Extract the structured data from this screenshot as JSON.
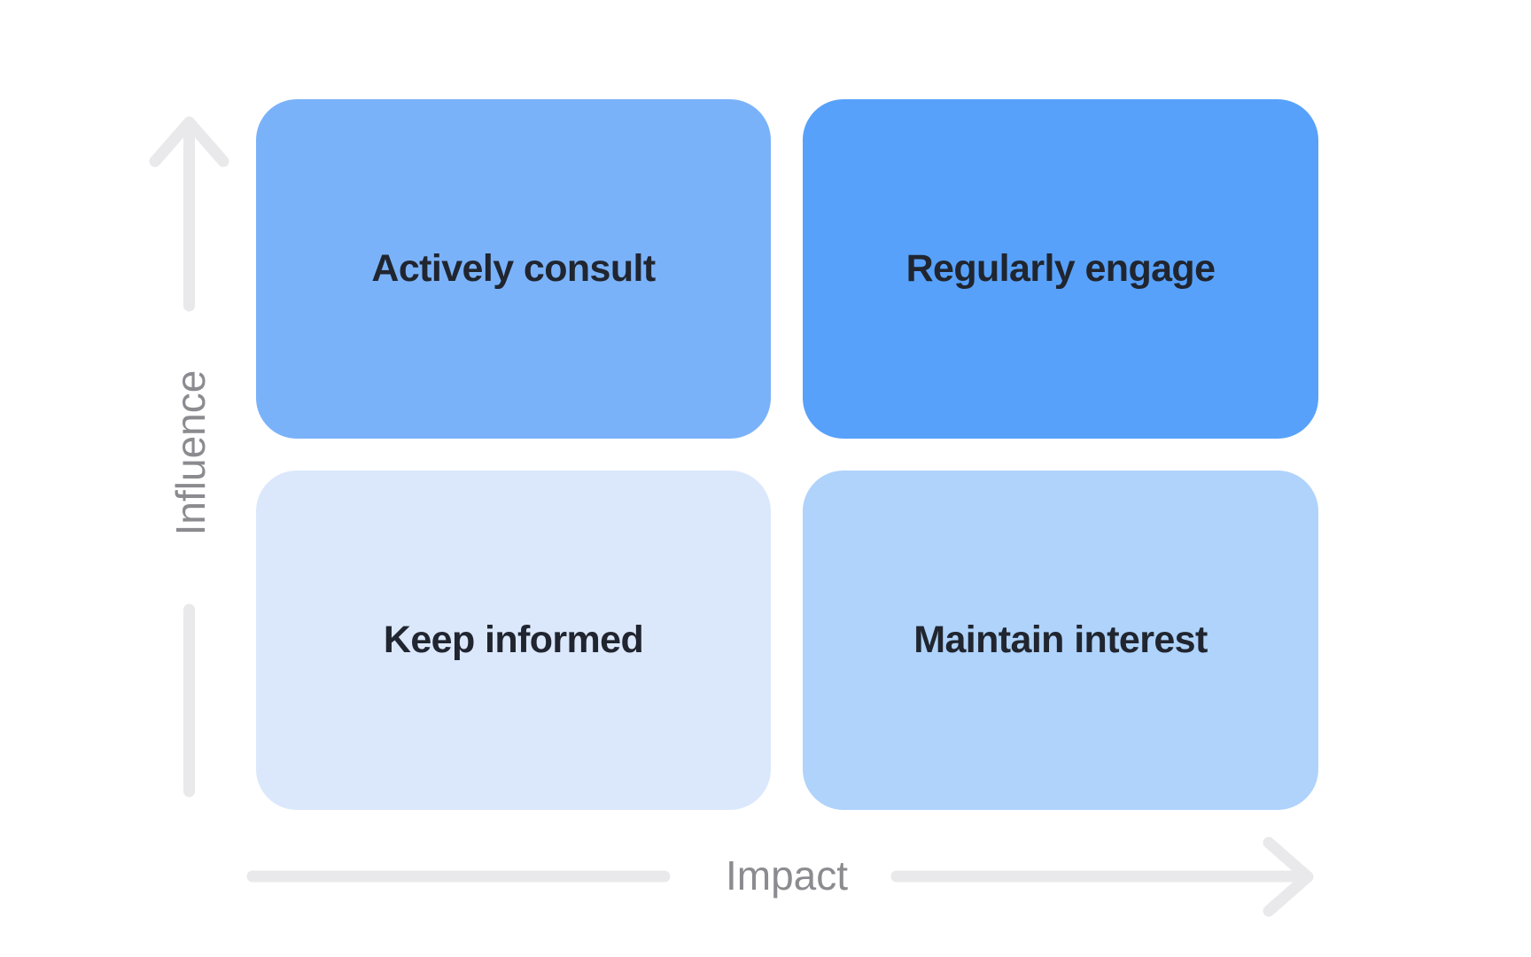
{
  "background": "#ffffff",
  "matrix": {
    "quadrants": [
      {
        "id": "top-left",
        "label": "Actively consult",
        "color": "#7ab2fa"
      },
      {
        "id": "top-right",
        "label": "Regularly engage",
        "color": "#57a1fa"
      },
      {
        "id": "bottom-left",
        "label": "Keep informed",
        "color": "#dbe8fc"
      },
      {
        "id": "bottom-right",
        "label": "Maintain interest",
        "color": "#afd3fb"
      }
    ],
    "label_text_color": "#20252f"
  },
  "axes": {
    "x_label": "Impact",
    "y_label": "Influence",
    "line_color": "#e9e9eb",
    "label_color": "#8b8b90"
  }
}
